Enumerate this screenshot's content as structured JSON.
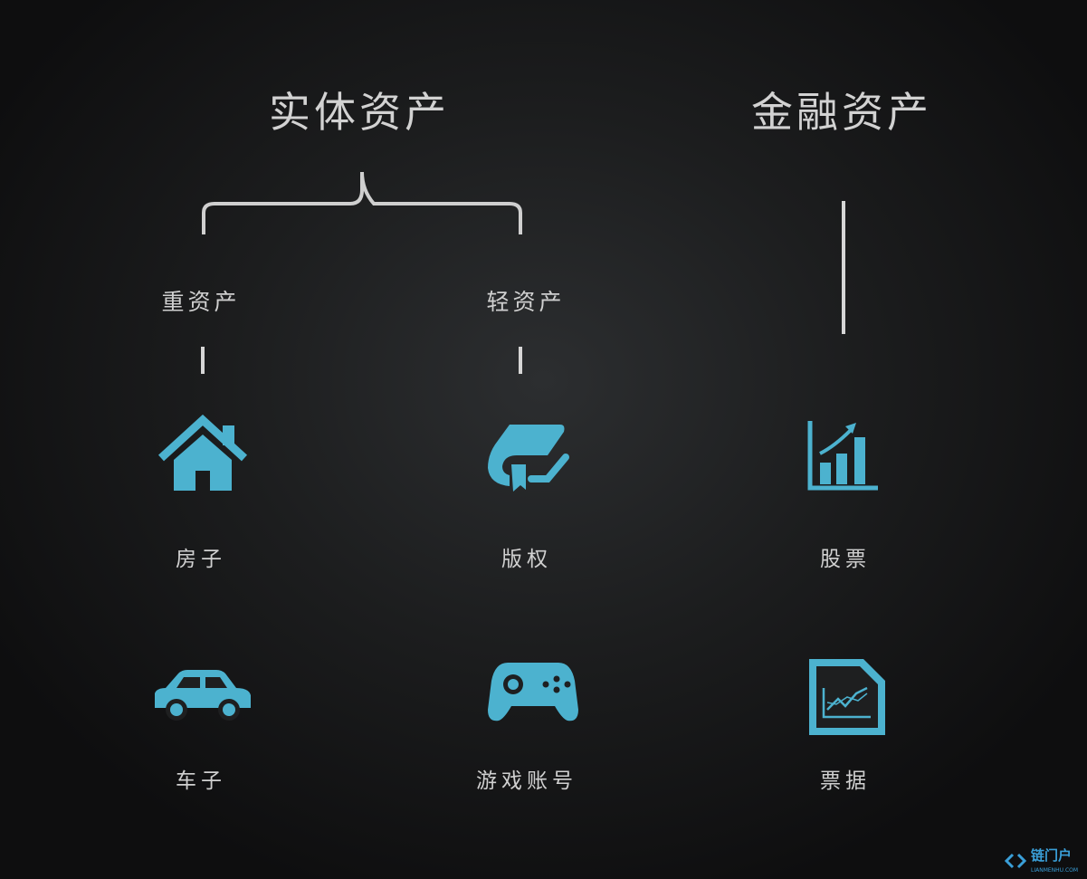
{
  "titles": {
    "physical": "实体资产",
    "financial": "金融资产"
  },
  "subcategories": {
    "heavy": "重资产",
    "light": "轻资产"
  },
  "items": {
    "house": "房子",
    "car": "车子",
    "copyright": "版权",
    "game_account": "游戏账号",
    "stock": "股票",
    "bill": "票据"
  },
  "icons": [
    "house-icon",
    "car-icon",
    "copyright-icon",
    "gamepad-icon",
    "stock-chart-icon",
    "bill-chart-icon"
  ],
  "colors": {
    "icon": "#4cb2cf",
    "text": "#d0d0d0",
    "background": "#1c1d1e"
  },
  "watermark": {
    "name": "链门户",
    "domain": "LIANMENHU.COM"
  }
}
